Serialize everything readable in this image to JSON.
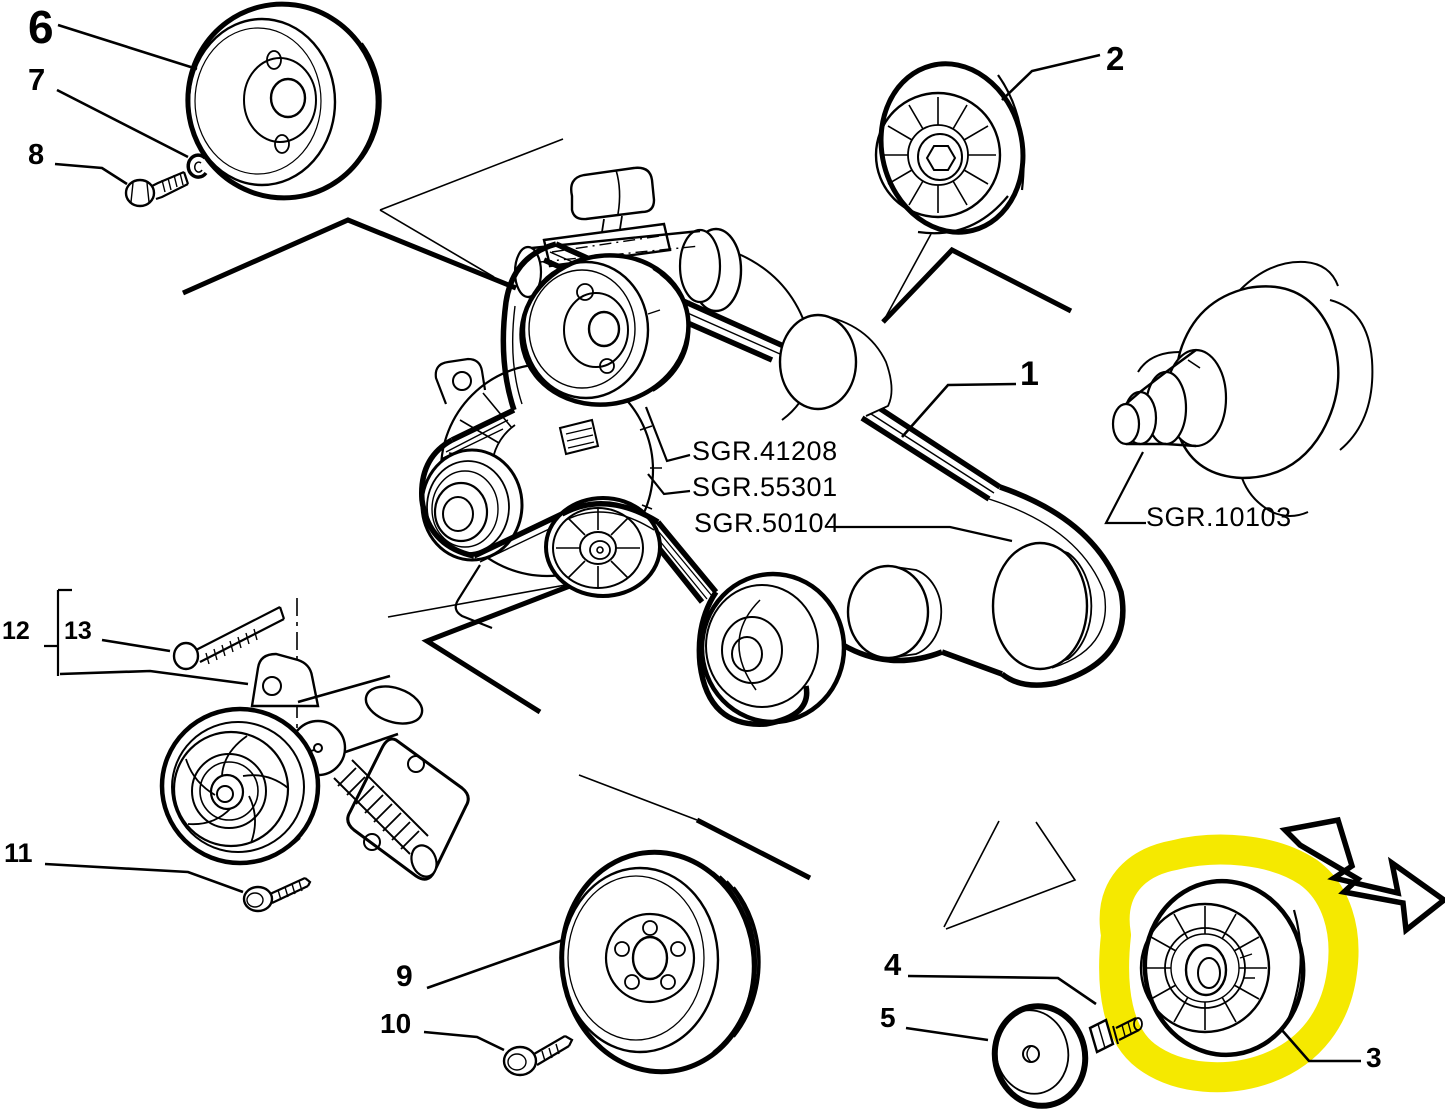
{
  "diagram": {
    "type": "exploded-parts-diagram",
    "subject": "engine accessory belt drive",
    "callouts": {
      "c1": "1",
      "c2": "2",
      "c3": "3",
      "c4": "4",
      "c5": "5",
      "c6": "6",
      "c7": "7",
      "c8": "8",
      "c9": "9",
      "c10": "10",
      "c11": "11",
      "c12": "12",
      "c13": "13"
    },
    "codes": {
      "code_41208": "SGR.41208",
      "code_55301": "SGR.55301",
      "code_50104": "SGR.50104",
      "code_10103": "SGR.10103"
    },
    "colors": {
      "highlight_marker": "#F5E900",
      "line": "#000000",
      "background": "#FFFFFF"
    },
    "icons": {
      "direction_arrow": "zigzag-arrow-icon",
      "highlight": "marker-ring-highlight"
    }
  }
}
